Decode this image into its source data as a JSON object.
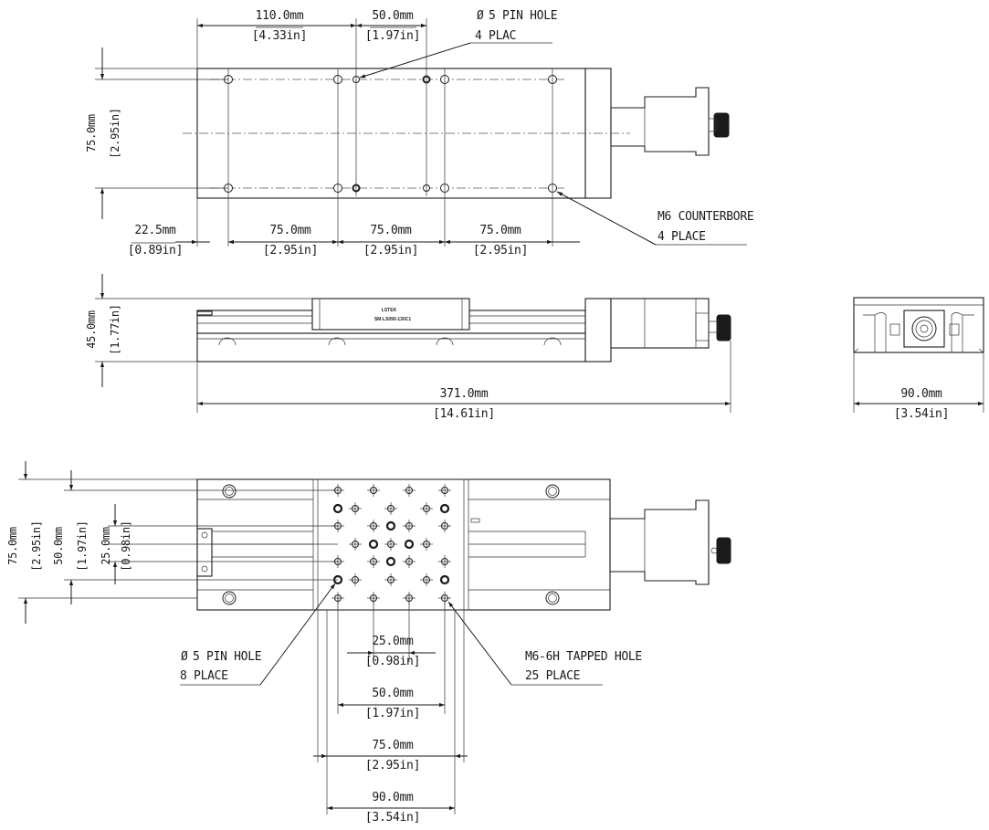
{
  "top_view": {
    "dim_110": {
      "mm": "110.0mm",
      "in": "[4.33in]"
    },
    "dim_50": {
      "mm": "50.0mm",
      "in": "[1.97in]"
    },
    "dim_75_height": {
      "mm": "75.0mm",
      "in": "[2.95in]"
    },
    "dim_22_5": {
      "mm": "22.5mm",
      "in": "[0.89in]"
    },
    "dim_75_a": {
      "mm": "75.0mm",
      "in": "[2.95in]"
    },
    "dim_75_b": {
      "mm": "75.0mm",
      "in": "[2.95in]"
    },
    "dim_75_c": {
      "mm": "75.0mm",
      "in": "[2.95in]"
    },
    "pin_note": {
      "line1": "5 PIN HOLE",
      "line2": "4 PLAC"
    },
    "counterbore_note": {
      "line1": "M6 COUNTERBORE",
      "line2": "4 PLACE"
    }
  },
  "side_view": {
    "dim_45": {
      "mm": "45.0mm",
      "in": "[1.77in]"
    },
    "dim_371": {
      "mm": "371.0mm",
      "in": "[14.61in]"
    },
    "carriage_brand": "LSTEK",
    "carriage_model": "SM-LS090-130C1"
  },
  "end_view": {
    "dim_90": {
      "mm": "90.0mm",
      "in": "[3.54in]"
    }
  },
  "bottom_view": {
    "dim_75": {
      "mm": "75.0mm",
      "in": "[2.95in]"
    },
    "dim_50": {
      "mm": "50.0mm",
      "in": "[1.97in]"
    },
    "dim_25": {
      "mm": "25.0mm",
      "in": "[0.98in]"
    },
    "dim_25_h": {
      "mm": "25.0mm",
      "in": "[0.98in]"
    },
    "dim_50_h": {
      "mm": "50.0mm",
      "in": "[1.97in]"
    },
    "dim_75_h": {
      "mm": "75.0mm",
      "in": "[2.95in]"
    },
    "dim_90_h": {
      "mm": "90.0mm",
      "in": "[3.54in]"
    },
    "pin_note": {
      "line1": "5 PIN HOLE",
      "line2": "8 PLACE"
    },
    "tapped_note": {
      "line1": "M6-6H TAPPED HOLE",
      "line2": "25 PLACE"
    }
  },
  "symbols": {
    "diameter": "Ø"
  }
}
